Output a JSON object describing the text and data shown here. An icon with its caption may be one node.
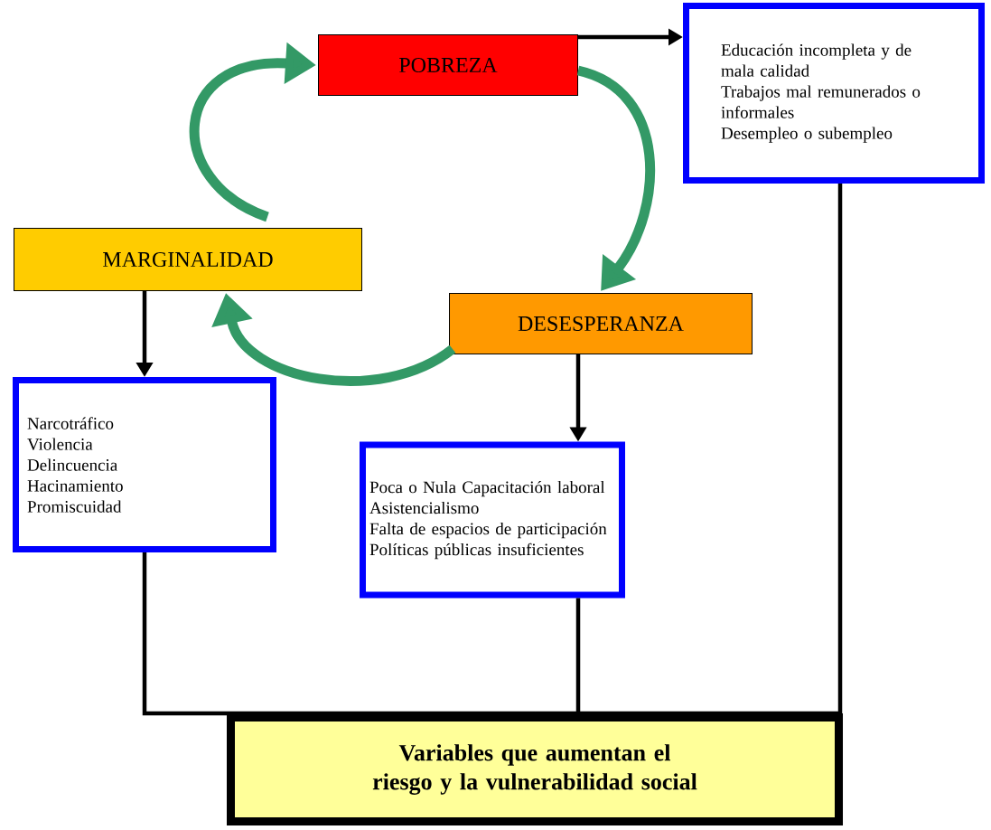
{
  "diagram": {
    "nodes": [
      {
        "text": [
          "POBREZA"
        ]
      },
      {
        "text": [
          "Educación incompleta y de mala calidad",
          "Trabajos  mal remunerados  o informales",
          "Desempleo o subempleo"
        ]
      },
      {
        "text": [
          "MARGINALIDAD"
        ]
      },
      {
        "text": [
          "DESESPERANZA"
        ]
      },
      {
        "text": [
          "Narcotráfico",
          "Violencia",
          "Delincuencia",
          "Hacinamiento",
          "Promiscuidad"
        ]
      },
      {
        "text": [
          "Poca o Nula Capacitación  laboral",
          "Asistencialismo",
          "Falta de espacios de participación",
          "Políticas públicas insuficientes"
        ]
      },
      {
        "text": [
          "Variables que aumentan el riesgo y la vulnerabilidad social"
        ]
      }
    ],
    "edges": [
      {
        "from": 0,
        "to": 1,
        "arrow": "to"
      },
      {
        "from": 0,
        "to": 3,
        "arrow": "to",
        "style": "thick",
        "color": "#339966"
      },
      {
        "from": 3,
        "to": 2,
        "arrow": "to",
        "style": "thick",
        "color": "#339966"
      },
      {
        "from": 2,
        "to": 0,
        "arrow": "to",
        "style": "thick",
        "color": "#339966"
      },
      {
        "from": 2,
        "to": 4,
        "arrow": "to"
      },
      {
        "from": 3,
        "to": 5,
        "arrow": "to"
      },
      {
        "from": 4,
        "to": 6,
        "arrow": "none"
      },
      {
        "from": 5,
        "to": 6,
        "arrow": "none"
      },
      {
        "from": 1,
        "to": 6,
        "arrow": "none"
      }
    ]
  }
}
